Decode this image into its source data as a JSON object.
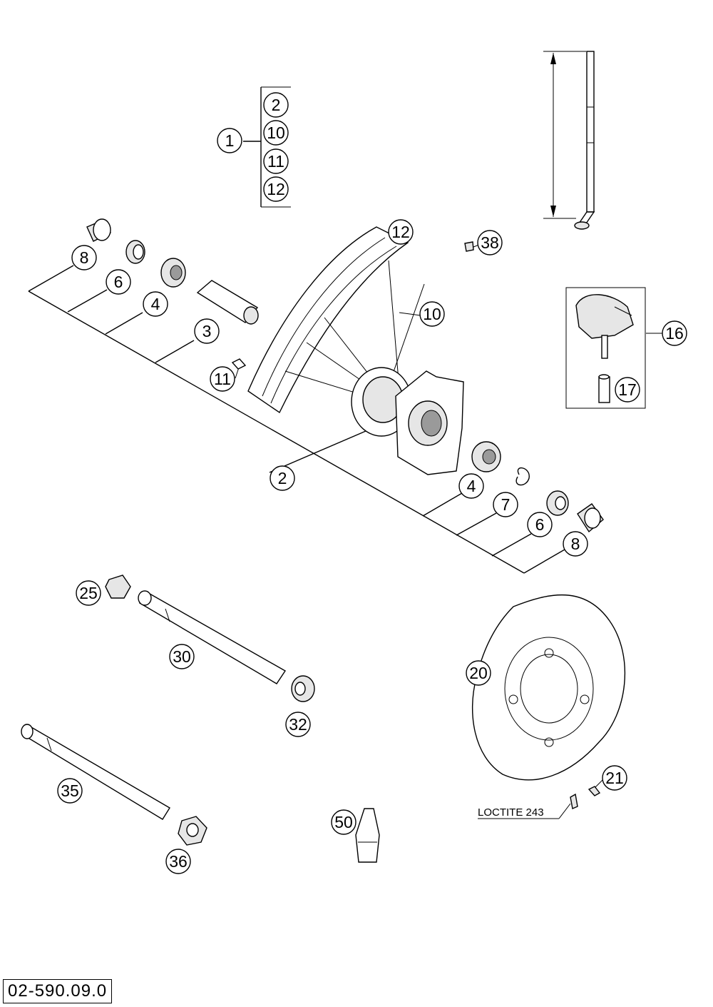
{
  "callouts": {
    "c1": "1",
    "c2a": "2",
    "c10a": "10",
    "c11a": "11",
    "c12a": "12",
    "c12": "12",
    "c38": "38",
    "c8a": "8",
    "c6a": "6",
    "c4a": "4",
    "c3": "3",
    "c10": "10",
    "c11": "11",
    "c16": "16",
    "c17": "17",
    "c2": "2",
    "c4b": "4",
    "c7": "7",
    "c6b": "6",
    "c8b": "8",
    "c25": "25",
    "c30": "30",
    "c32": "32",
    "c20": "20",
    "c21": "21",
    "c35": "35",
    "c36": "36",
    "c50": "50"
  },
  "note": "LOCTITE 243",
  "doc_number": "02-590.09.0"
}
